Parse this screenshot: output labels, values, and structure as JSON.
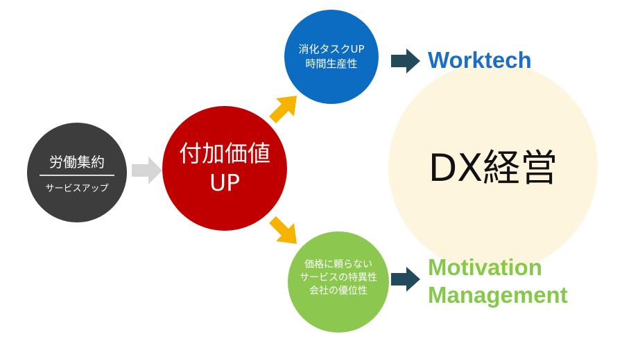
{
  "nodes": {
    "labor": {
      "title": "労働集約",
      "subtitle": "サービスアップ",
      "color": "#3d3d3d"
    },
    "value": {
      "line1": "付加価値",
      "line2": "UP",
      "color": "#c00000"
    },
    "task": {
      "line1": "消化タスクUP",
      "line2": "時間生産性",
      "color": "#0c6cc2"
    },
    "unique": {
      "line1": "価格に頼らない",
      "line2": "サービスの特異性",
      "line3": "会社の優位性",
      "color": "#8cc84f"
    },
    "dx": {
      "label": "DX経営",
      "color": "#fdf5de"
    }
  },
  "outcomes": {
    "worktech": {
      "label": "Worktech",
      "color": "#1a6fc4"
    },
    "motivation": {
      "line1": "Motivation",
      "line2": "Management",
      "color": "#86c94a"
    }
  },
  "arrow_colors": {
    "gray": "#d6d6d6",
    "yellow": "#f6b400",
    "dark": "#234a5a"
  }
}
